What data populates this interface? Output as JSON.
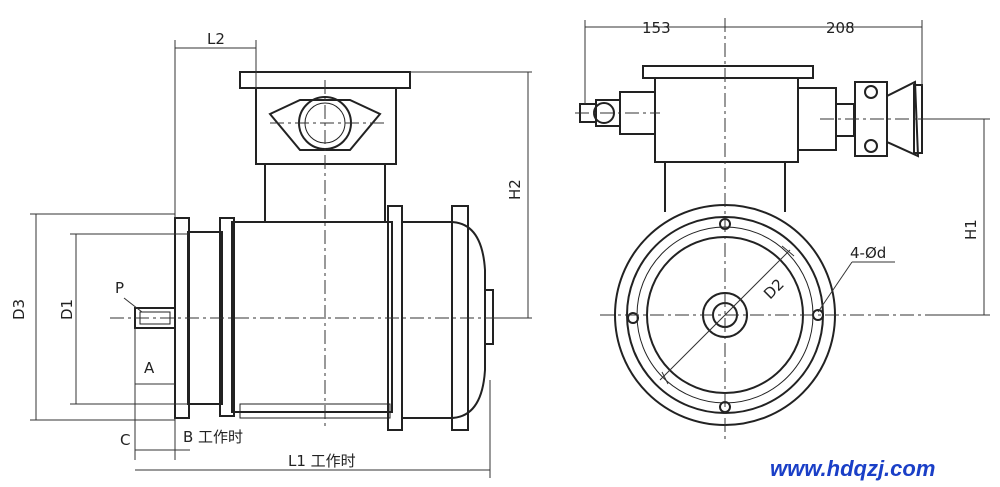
{
  "labels": {
    "L2": "L2",
    "H2": "H2",
    "D3": "D3",
    "D1": "D1",
    "P": "P",
    "A": "A",
    "C": "C",
    "B": "B 工作时",
    "L1": "L1 工作时",
    "dim153": "153",
    "dim208": "208",
    "D2": "D2",
    "holes": "4-Ød",
    "H1": "H1"
  },
  "watermark": "www.hdqzj.com",
  "colors": {
    "line": "#222222",
    "watermark": "#1a3fc7"
  }
}
